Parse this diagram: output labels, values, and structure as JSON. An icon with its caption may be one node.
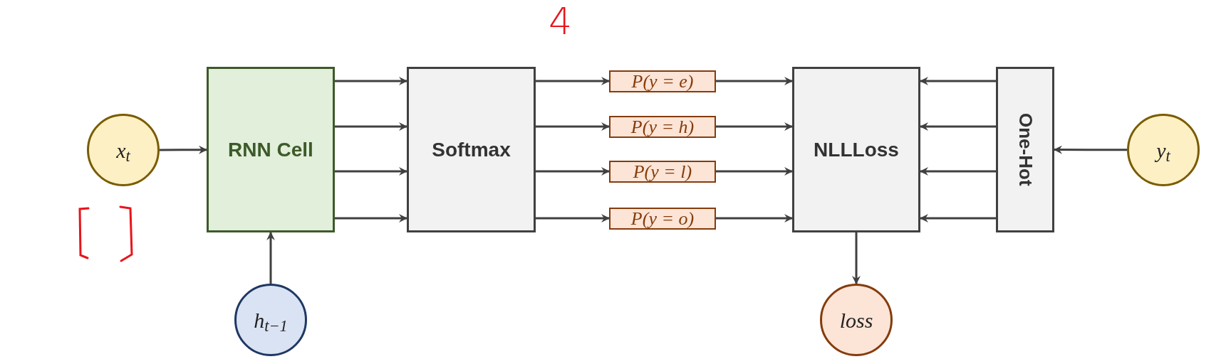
{
  "diagram": {
    "nodes": [
      {
        "text": [
          "x$_{t}$"
        ]
      },
      {
        "text": [
          "RNN Cell"
        ]
      },
      {
        "text": [
          "Softmax"
        ]
      },
      {
        "text": [
          "P(y = e)"
        ]
      },
      {
        "text": [
          "P(y = h)"
        ]
      },
      {
        "text": [
          "P(y = l)"
        ]
      },
      {
        "text": [
          "P(y = o)"
        ]
      },
      {
        "text": [
          "NLLLoss"
        ]
      },
      {
        "text": [
          "One-Hot"
        ]
      },
      {
        "text": [
          "y$_{t}$"
        ]
      },
      {
        "text": [
          "h$_{t−1}$"
        ]
      },
      {
        "text": [
          "loss"
        ]
      }
    ],
    "edges": [
      {
        "from": 0,
        "to": 1,
        "arrow": "to"
      },
      {
        "from": 10,
        "to": 1,
        "arrow": "to"
      },
      {
        "from": 1,
        "to": 2,
        "arrow": "to"
      },
      {
        "from": 1,
        "to": 2,
        "arrow": "to"
      },
      {
        "from": 1,
        "to": 2,
        "arrow": "to"
      },
      {
        "from": 1,
        "to": 2,
        "arrow": "to"
      },
      {
        "from": 2,
        "to": 3,
        "arrow": "to"
      },
      {
        "from": 2,
        "to": 4,
        "arrow": "to"
      },
      {
        "from": 2,
        "to": 5,
        "arrow": "to"
      },
      {
        "from": 2,
        "to": 6,
        "arrow": "to"
      },
      {
        "from": 3,
        "to": 7,
        "arrow": "to"
      },
      {
        "from": 4,
        "to": 7,
        "arrow": "to"
      },
      {
        "from": 5,
        "to": 7,
        "arrow": "to"
      },
      {
        "from": 6,
        "to": 7,
        "arrow": "to"
      },
      {
        "from": 8,
        "to": 7,
        "arrow": "to"
      },
      {
        "from": 8,
        "to": 7,
        "arrow": "to"
      },
      {
        "from": 8,
        "to": 7,
        "arrow": "to"
      },
      {
        "from": 8,
        "to": 7,
        "arrow": "to"
      },
      {
        "from": 9,
        "to": 8,
        "arrow": "to"
      },
      {
        "from": 7,
        "to": 11,
        "arrow": "to"
      }
    ],
    "labels": [
      "4"
    ]
  }
}
